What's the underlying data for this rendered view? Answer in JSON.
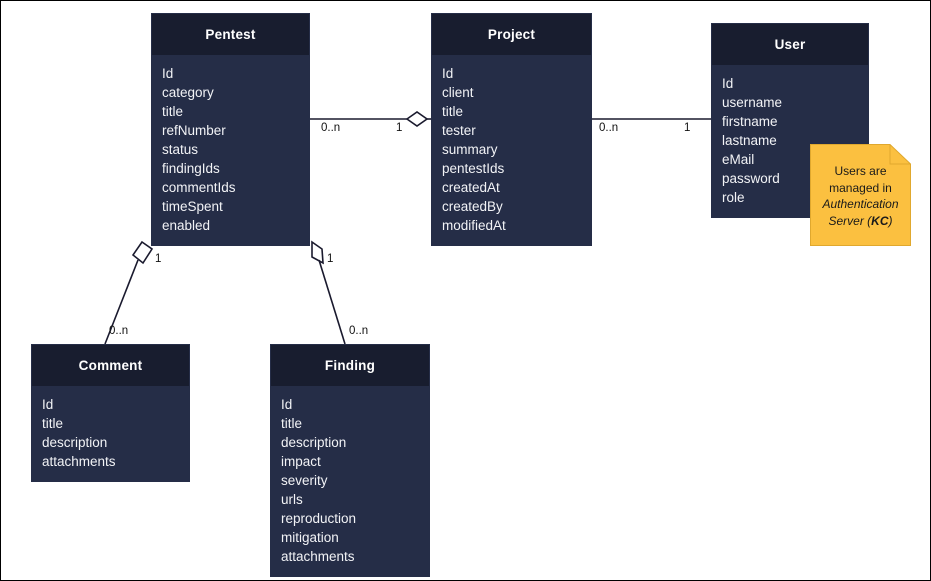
{
  "diagram": {
    "type": "uml-class-diagram",
    "background_color": "#ffffff",
    "border_color": "#000000",
    "class_header_color": "#181d2f",
    "class_body_color": "#252d47",
    "class_text_color": "#ffffff",
    "note_color": "#fbc040",
    "edge_color": "#1a1a2e"
  },
  "classes": [
    {
      "name": "Pentest",
      "attributes": [
        "Id",
        "category",
        "title",
        "refNumber",
        "status",
        "findingIds",
        "commentIds",
        "timeSpent",
        "enabled"
      ]
    },
    {
      "name": "Project",
      "attributes": [
        "Id",
        "client",
        "title",
        "tester",
        "summary",
        "pentestIds",
        "createdAt",
        "createdBy",
        "modifiedAt"
      ]
    },
    {
      "name": "User",
      "attributes": [
        "Id",
        "username",
        "firstname",
        "lastname",
        "eMail",
        "password",
        "role"
      ]
    },
    {
      "name": "Comment",
      "attributes": [
        "Id",
        "title",
        "description",
        "attachments"
      ]
    },
    {
      "name": "Finding",
      "attributes": [
        "Id",
        "title",
        "description",
        "impact",
        "severity",
        "urls",
        "reproduction",
        "mitigation",
        "attachments"
      ]
    }
  ],
  "associations": [
    {
      "id": "pentest-project",
      "from": "Pentest",
      "to": "Project",
      "from_multiplicity": "0..n",
      "to_multiplicity": "1",
      "aggregation_end": "Project"
    },
    {
      "id": "project-user",
      "from": "Project",
      "to": "User",
      "from_multiplicity": "0..n",
      "to_multiplicity": "1",
      "aggregation_end": "none"
    },
    {
      "id": "pentest-comment",
      "from": "Pentest",
      "to": "Comment",
      "from_multiplicity": "1",
      "to_multiplicity": "0..n",
      "aggregation_end": "Pentest"
    },
    {
      "id": "pentest-finding",
      "from": "Pentest",
      "to": "Finding",
      "from_multiplicity": "1",
      "to_multiplicity": "0..n",
      "aggregation_end": "Pentest"
    }
  ],
  "note": {
    "line1": "Users are",
    "line2": "managed in",
    "line3": "Authentication",
    "line4_prefix": "Server (",
    "line4_bold": "KC",
    "line4_suffix": ")"
  }
}
